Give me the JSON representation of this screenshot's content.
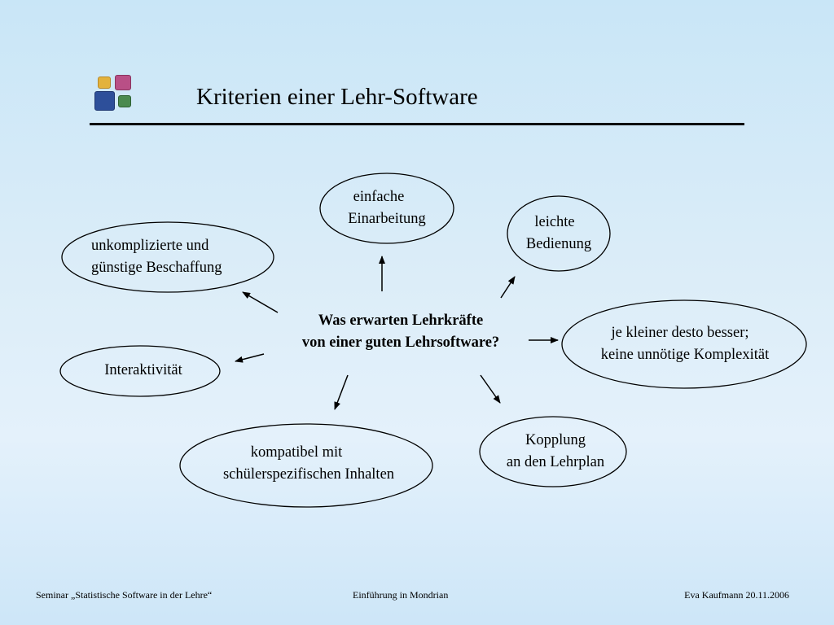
{
  "title": "Kriterien einer Lehr-Software",
  "center": {
    "line1": "Was erwarten Lehrkräfte",
    "line2": "von einer guten Lehrsoftware?"
  },
  "nodes": {
    "einarbeitung": {
      "line1": "einfache",
      "line2": "Einarbeitung"
    },
    "bedienung": {
      "line1": "leichte",
      "line2": "Bedienung"
    },
    "beschaffung": {
      "line1": "unkomplizierte und",
      "line2": "günstige Beschaffung"
    },
    "komplexitaet": {
      "line1": "je kleiner desto besser;",
      "line2": "keine unnötige Komplexität"
    },
    "interaktivitaet": {
      "line1": "Interaktivität"
    },
    "kompatibel": {
      "line1": "kompatibel mit",
      "line2": "schülerspezifischen Inhalten"
    },
    "lehrplan": {
      "line1": "Kopplung",
      "line2": "an den Lehrplan"
    }
  },
  "footer": {
    "left": "Seminar „Statistische Software in der Lehre“",
    "center": "Einführung in Mondrian",
    "right": "Eva Kaufmann  20.11.2006"
  }
}
